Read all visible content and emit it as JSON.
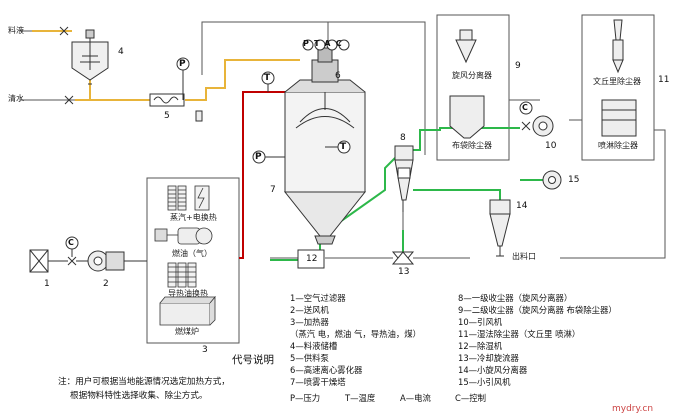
{
  "diagram": {
    "inputs": {
      "feed": "料液",
      "water": "清水"
    },
    "numbers": [
      "1",
      "2",
      "3",
      "4",
      "5",
      "6",
      "7",
      "8",
      "9",
      "10",
      "11",
      "12",
      "13",
      "14",
      "15"
    ],
    "heater_box": {
      "item1": "蒸汽+电换热",
      "item2": "燃油（气）",
      "item3": "导热油换热",
      "item4": "燃煤炉"
    },
    "box9": {
      "cyclone": "旋风分离器",
      "bag": "布袋除尘器"
    },
    "box11": {
      "venturi": "文丘里除尘器",
      "spray": "喷淋除尘器"
    },
    "outlet": "出料口",
    "instruments": {
      "p": "P",
      "t": "T",
      "c": "C",
      "ptac": "PTAC"
    },
    "legend_title": "代号说明",
    "legend_left": [
      "1—空气过滤器",
      "2—送风机",
      "3—加热器",
      "（蒸汽 电，燃油 气，导热油，煤）",
      "4—料液储槽",
      "5—供料泵",
      "6—高速离心雾化器",
      "7—喷雾干燥塔"
    ],
    "legend_right": [
      "8—一级收尘器（旋风分离器）",
      "9—二级收尘器（旋风分离器 布袋除尘器）",
      "10—引风机",
      "11—湿法除尘器（文丘里 喷淋）",
      "12—除湿机",
      "13—冷却旋流器",
      "14—小旋风分离器",
      "15—小引风机"
    ],
    "codes": [
      "P—压力",
      "T—温度",
      "A—电流",
      "C—控制"
    ],
    "note_lines": [
      "注：用户可根据当地能源情况选定加热方式，",
      "根据物料特性选择收集、除尘方式。"
    ],
    "watermark": "mydry.cn",
    "colors": {
      "hot_air": "#c00000",
      "feed": "#e8b43a",
      "cold_air": "#2db84a",
      "line": "#555555"
    }
  }
}
